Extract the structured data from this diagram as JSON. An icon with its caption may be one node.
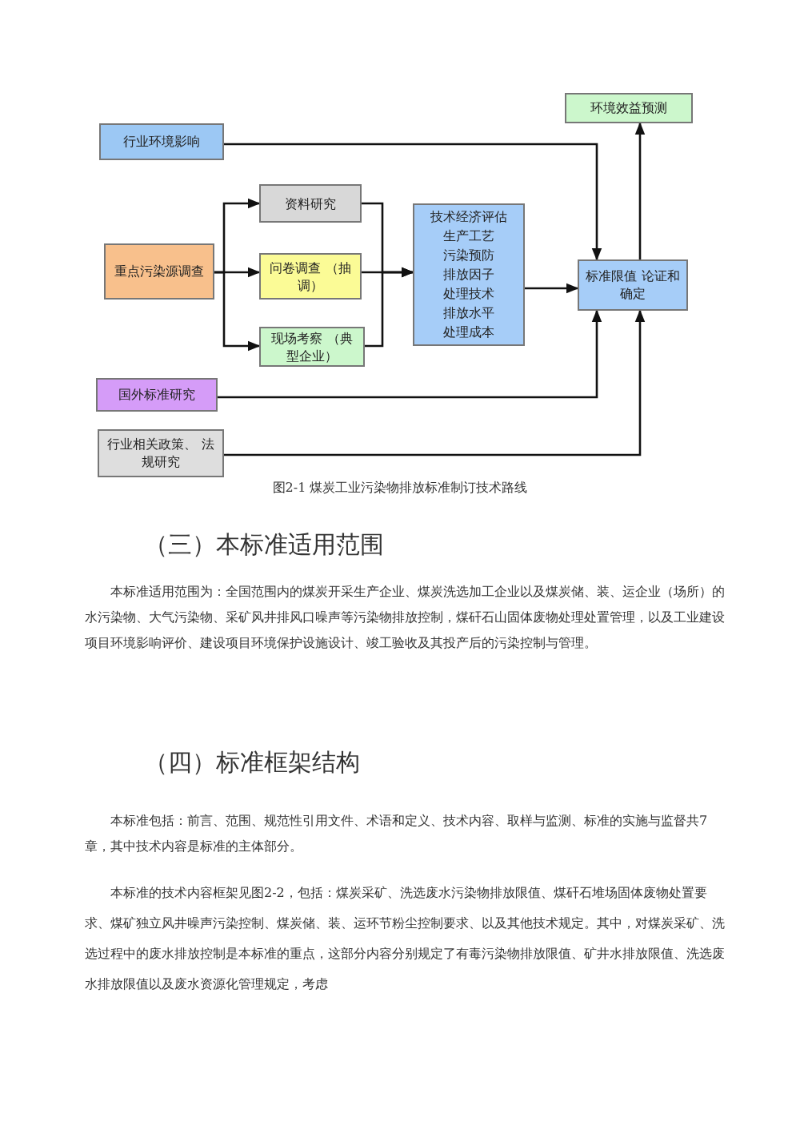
{
  "diagram": {
    "caption": "图2-1 煤炭工业污染物排放标准制订技术路线",
    "nodes": [
      {
        "text": [
          "行业环境影响"
        ]
      },
      {
        "text": [
          "重点污染源调查"
        ]
      },
      {
        "text": [
          "资料研究"
        ]
      },
      {
        "text": [
          "问卷调查 （抽调）"
        ]
      },
      {
        "text": [
          "现场考察 （典型企业）"
        ]
      },
      {
        "text": [
          "技术经济评估",
          "生产工艺",
          "污染预防",
          "排放因子",
          "处理技术",
          "排放水平",
          "处理成本"
        ]
      },
      {
        "text": [
          "环境效益预测"
        ]
      },
      {
        "text": [
          "标准限值 论证和确定"
        ]
      },
      {
        "text": [
          "国外标准研究"
        ]
      },
      {
        "text": [
          "行业相关政策、 法规研究"
        ]
      }
    ],
    "edges": [
      {
        "from": 0,
        "to": 7,
        "arrow": "to"
      },
      {
        "from": 1,
        "to": 2,
        "arrow": "to"
      },
      {
        "from": 1,
        "to": 3,
        "arrow": "to"
      },
      {
        "from": 1,
        "to": 4,
        "arrow": "to"
      },
      {
        "from": 2,
        "to": 5,
        "arrow": "to"
      },
      {
        "from": 3,
        "to": 5,
        "arrow": "to"
      },
      {
        "from": 4,
        "to": 5,
        "arrow": "to"
      },
      {
        "from": 5,
        "to": 7,
        "arrow": "to"
      },
      {
        "from": 7,
        "to": 6,
        "arrow": "to"
      },
      {
        "from": 8,
        "to": 7,
        "arrow": "to"
      },
      {
        "from": 9,
        "to": 7,
        "arrow": "to"
      }
    ],
    "labels": [
      "（三）本标准适用范围",
      "本标准适用范围为：全国范围内的煤炭开采生产企业、煤炭洗选加工企业以及煤炭储、装、运企业（场所）的水污染物、大气污染物、采矿风井排风口噪声等污染物排放控制，煤矸石山固体废物处理处置管理，以及工业建设项目环境影响评价、建设项目环境保护设施设计、竣工验收及其投产后的污染控制与管理。",
      "（四）标准框架结构",
      "本标准包括：前言、范围、规范性引用文件、术语和定义、技术内容、取样与监测、标准的实施与监督共7章，其中技术内容是标准的主体部分。",
      "本标准的技术内容框架见图2-2，包括：煤炭采矿、洗选废水污染物排放限值、煤矸石堆场固体废物处置要求、煤矿独立风井噪声污染控制、煤炭储、装、运环节粉尘控制要求、以及其他技术规定。其中，对煤炭采矿、洗选过程中的废水排放控制是本标准的重点，这部分内容分别规定了有毒污染物排放限值、矿井水排放限值、洗选废水排放限值以及废水资源化管理规定，考虑"
    ]
  }
}
